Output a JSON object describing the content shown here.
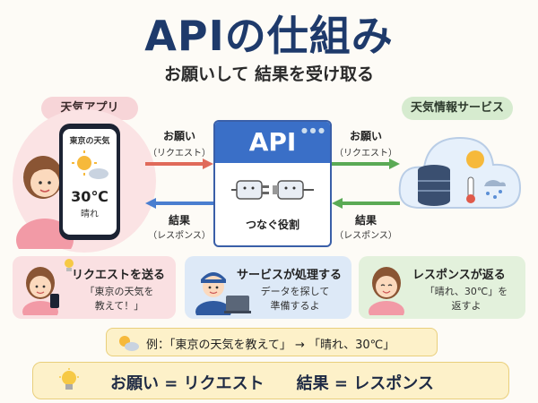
{
  "title": "APIの仕組み",
  "subtitle": "お願いして 結果を受け取る",
  "left_label": "天気アプリ",
  "right_label": "天気情報サービス",
  "phone": {
    "header": "東京の天気",
    "temp": "30℃",
    "condition": "晴れ"
  },
  "api": {
    "label": "API",
    "caption": "つなぐ役割"
  },
  "arrows": {
    "left_top_label": "お願い",
    "left_top_sub": "（リクエスト）",
    "left_bottom_label": "結果",
    "left_bottom_sub": "（レスポンス）",
    "right_top_label": "お願い",
    "right_top_sub": "（リクエスト）",
    "right_bottom_label": "結果",
    "right_bottom_sub": "（レスポンス）"
  },
  "cards": [
    {
      "title": "リクエストを送る",
      "line1": "「東京の天気を",
      "line2": "教えて！」"
    },
    {
      "title": "サービスが処理する",
      "line1": "データを探して",
      "line2": "準備するよ"
    },
    {
      "title": "レスポンスが返る",
      "line1": "「晴れ、30℃」を",
      "line2": "返すよ"
    }
  ],
  "example": "例：「東京の天気を教えて」 → 「晴れ、30℃」",
  "summary": "お願い = リクエスト　　結果 = レスポンス",
  "colors": {
    "title": "#1e3a6b",
    "request_arrow_right": "#e06a5a",
    "response_arrow_left": "#4a7fd0",
    "request_arrow_green": "#5aaa55"
  }
}
